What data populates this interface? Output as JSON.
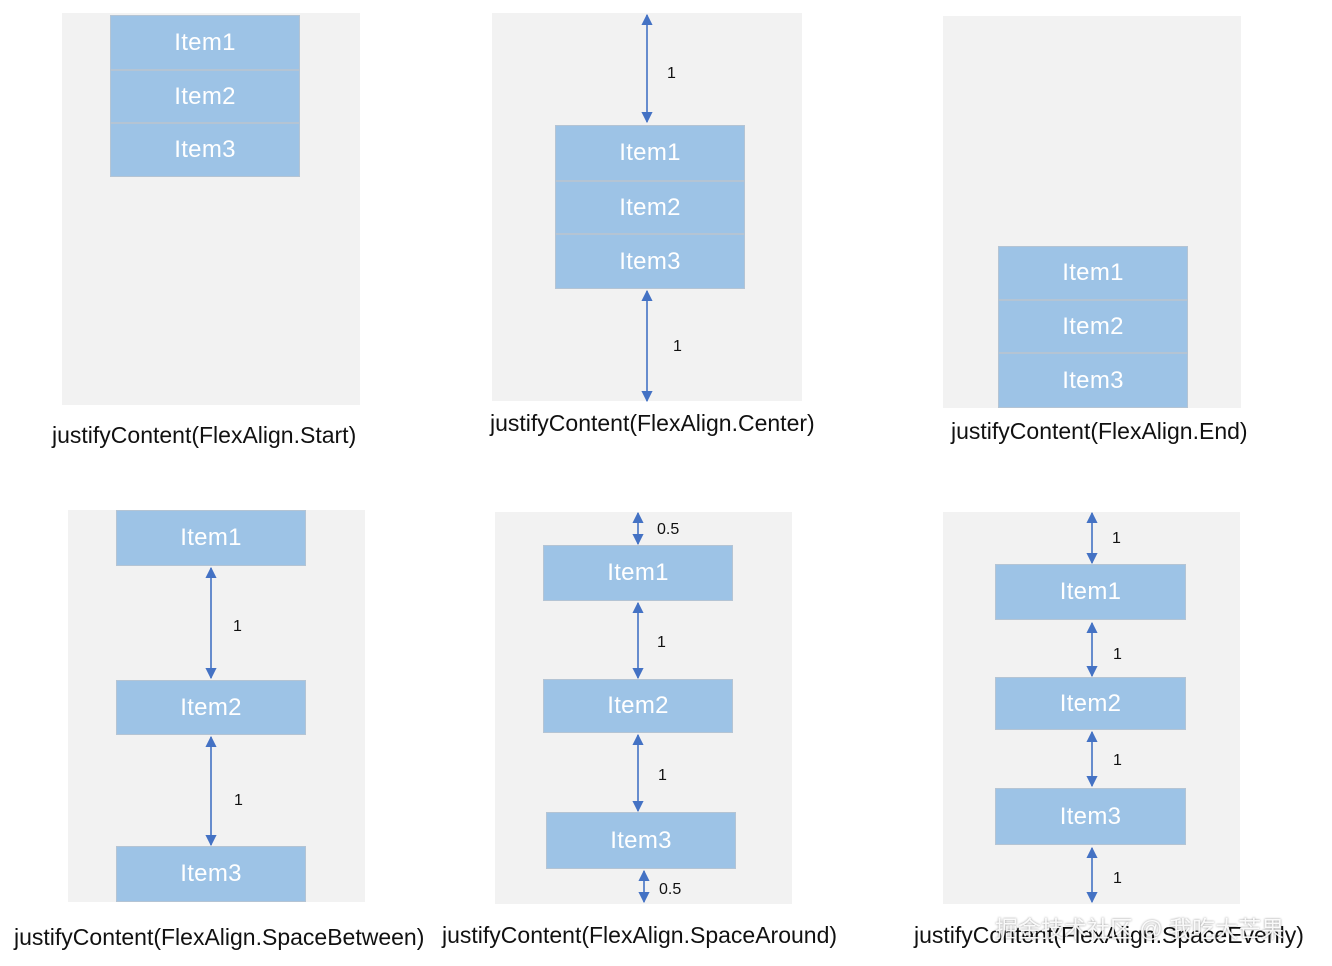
{
  "captions": {
    "start": "justifyContent(FlexAlign.Start)",
    "center": "justifyContent(FlexAlign.Center)",
    "end": "justifyContent(FlexAlign.End)",
    "between": "justifyContent(FlexAlign.SpaceBetween)",
    "around": "justifyContent(FlexAlign.SpaceAround)",
    "evenly": "justifyContent(FlexAlign.SpaceEvenly)"
  },
  "items": [
    "Item1",
    "Item2",
    "Item3"
  ],
  "gaps": {
    "full": "1",
    "half": "0.5"
  },
  "watermark": "掘金技术社区 @ 我吃大芒果",
  "colors": {
    "panel": "#f2f2f2",
    "item": "#9dc3e6",
    "arrow": "#4472c4"
  }
}
